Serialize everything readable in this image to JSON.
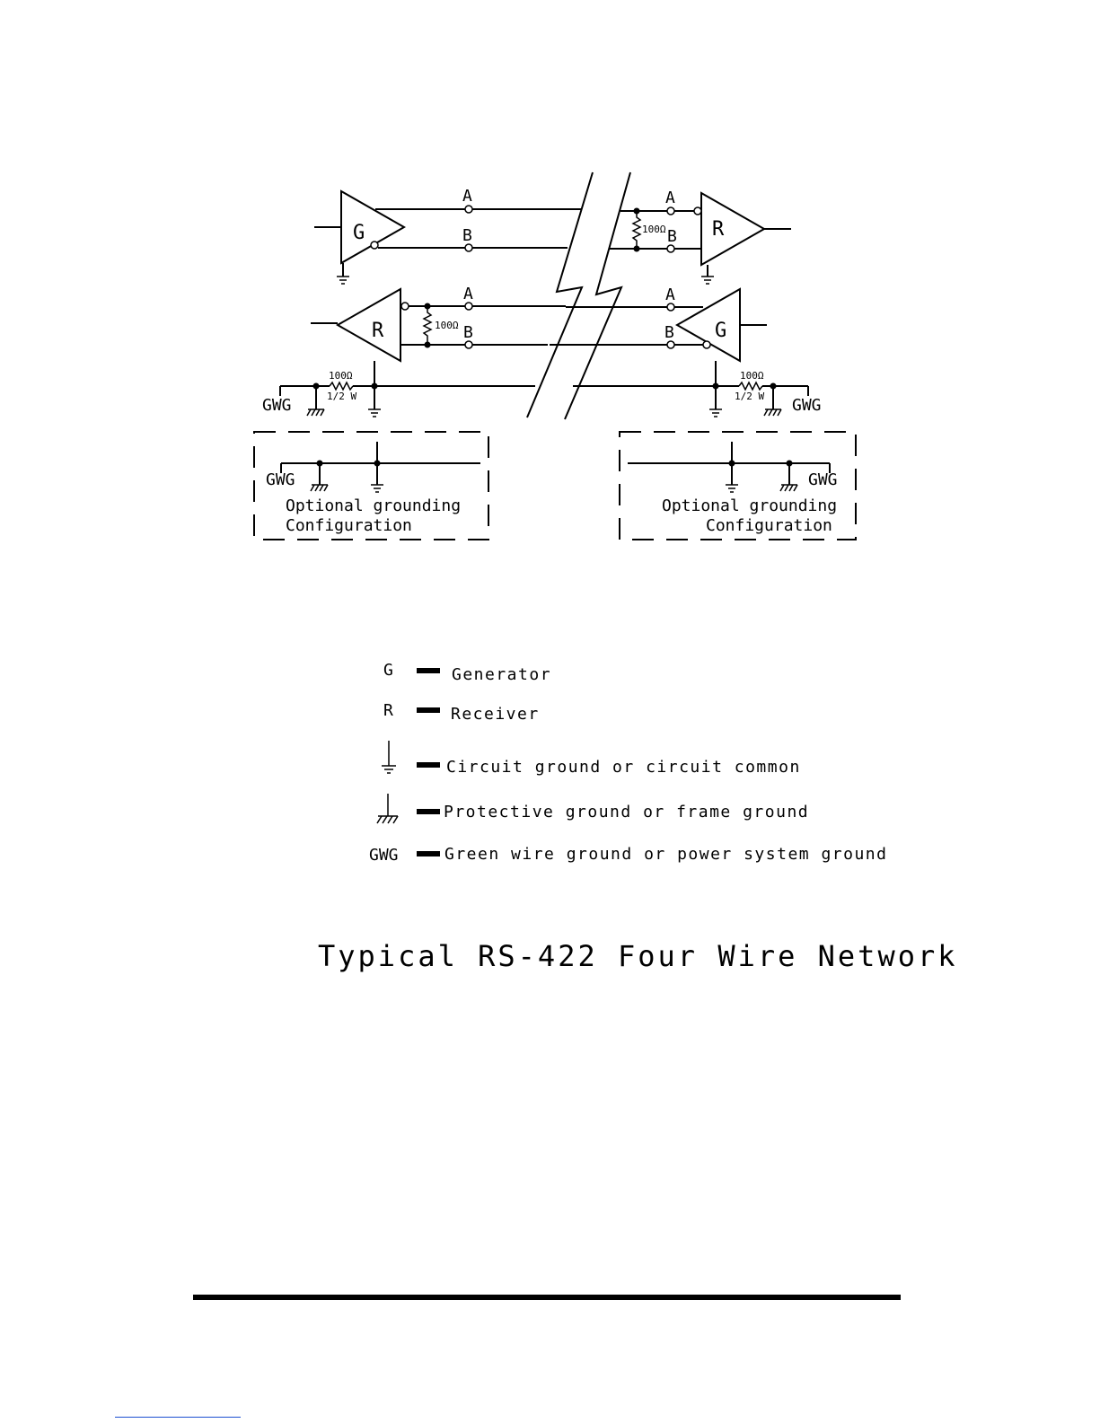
{
  "colors": {
    "ink": "#000000",
    "background": "#ffffff",
    "edge_mark": "#1d4fd0"
  },
  "diagram": {
    "upper_generator": "G",
    "upper_receiver": "R",
    "lower_receiver": "R",
    "lower_generator": "G",
    "line_a": "A",
    "line_b": "B",
    "terminator_resistor": "100Ω",
    "ground_resistor": "100Ω",
    "ground_resistor_rating": "1/2 W",
    "gwg": "GWG",
    "optional_box_line1": "Optional grounding",
    "optional_box_line2": "Configuration"
  },
  "legend": [
    {
      "symbol": "G",
      "description": "Generator"
    },
    {
      "symbol": "R",
      "description": "Receiver"
    },
    {
      "symbol_icon": "circuit-ground-icon",
      "description": "Circuit ground or circuit common"
    },
    {
      "symbol_icon": "frame-ground-icon",
      "description": "Protective ground or frame ground"
    },
    {
      "symbol": "GWG",
      "description": "Green wire ground or power system ground"
    }
  ],
  "title": "Typical RS-422 Four Wire Network"
}
